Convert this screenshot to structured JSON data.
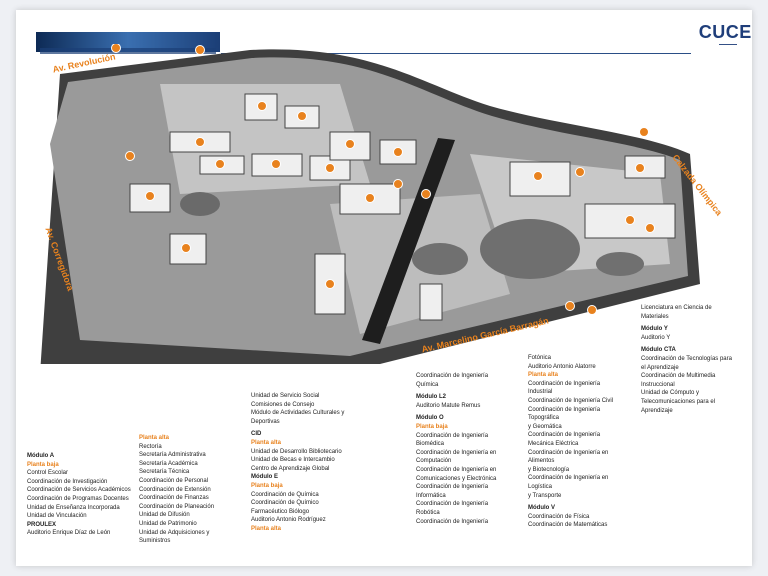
{
  "header": {
    "logo": "CUCEI"
  },
  "streets": {
    "revolucion": "Av. Revolución",
    "olimpica": "Calzada Olímpica",
    "corregidora": "Av. Corregidora",
    "barragan": "Av. Marcelino García Barragán"
  },
  "legend": {
    "col1": [
      {
        "t": "Módulo A",
        "k": "h"
      },
      {
        "t": "Planta baja",
        "k": "o"
      },
      {
        "t": "Control Escolar"
      },
      {
        "t": "Coordinación de Investigación"
      },
      {
        "t": "Coordinación de Servicios Académicos"
      },
      {
        "t": "Coordinación de Programas Docentes"
      },
      {
        "t": "Unidad de Enseñanza Incorporada"
      },
      {
        "t": "Unidad de Vinculación"
      },
      {
        "t": "PROULEX",
        "k": "h"
      },
      {
        "t": "Auditorio Enrique Díaz de León"
      }
    ],
    "col2": [
      {
        "t": "Planta alta",
        "k": "o"
      },
      {
        "t": "Rectoría"
      },
      {
        "t": "Secretaría Administrativa"
      },
      {
        "t": "Secretaría Académica"
      },
      {
        "t": "Secretaría Técnica"
      },
      {
        "t": "Coordinación de Personal"
      },
      {
        "t": "Coordinación de Extensión"
      },
      {
        "t": "Coordinación de Finanzas"
      },
      {
        "t": "Coordinación de Planeación"
      },
      {
        "t": "Unidad de Difusión"
      },
      {
        "t": "Unidad de Patrimonio"
      },
      {
        "t": "Unidad de Adquisiciones y"
      },
      {
        "t": "Suministros"
      }
    ],
    "col3": [
      {
        "t": "Unidad de Servicio Social"
      },
      {
        "t": "Comisiones de Consejo"
      },
      {
        "t": "Módulo de Actividades Culturales y"
      },
      {
        "t": "Deportivas"
      },
      {
        "t": "",
        "k": "gap"
      },
      {
        "t": "CID",
        "k": "h"
      },
      {
        "t": "Planta alta",
        "k": "o"
      },
      {
        "t": "Unidad de Desarrollo Bibliotecario"
      },
      {
        "t": "Unidad de Becas e Intercambio"
      },
      {
        "t": "Centro de Aprendizaje Global"
      },
      {
        "t": "Módulo E",
        "k": "h"
      },
      {
        "t": "Planta baja",
        "k": "o"
      },
      {
        "t": "Coordinación de Química"
      },
      {
        "t": "Coordinación de Químico"
      },
      {
        "t": "Farmacéutico Biólogo"
      },
      {
        "t": "Auditorio Antonio Rodríguez"
      },
      {
        "t": "Planta alta",
        "k": "o"
      }
    ],
    "col4": [
      {
        "t": "Coordinación de Ingeniería"
      },
      {
        "t": "Química"
      },
      {
        "t": "",
        "k": "gap"
      },
      {
        "t": "Módulo L2",
        "k": "h"
      },
      {
        "t": "Auditorio Matute Remus"
      },
      {
        "t": "",
        "k": "gap"
      },
      {
        "t": "Módulo O",
        "k": "h"
      },
      {
        "t": "Planta baja",
        "k": "o"
      },
      {
        "t": "Coordinación de Ingeniería"
      },
      {
        "t": "Biomédica"
      },
      {
        "t": "Coordinación de Ingeniería en"
      },
      {
        "t": "Computación"
      },
      {
        "t": "Coordinación de Ingeniería en"
      },
      {
        "t": "Comunicaciones y Electrónica"
      },
      {
        "t": "Coordinación de Ingeniería"
      },
      {
        "t": "Informática"
      },
      {
        "t": "Coordinación de Ingeniería"
      },
      {
        "t": "Robótica"
      },
      {
        "t": "Coordinación de Ingeniería"
      }
    ],
    "col5": [
      {
        "t": "Fotónica"
      },
      {
        "t": "Auditorio Antonio Alatorre"
      },
      {
        "t": "Planta alta",
        "k": "o"
      },
      {
        "t": "Coordinación de Ingeniería"
      },
      {
        "t": "Industrial"
      },
      {
        "t": "Coordinación de Ingeniería Civil"
      },
      {
        "t": "Coordinación de Ingeniería"
      },
      {
        "t": "Topográfica"
      },
      {
        "t": "y Geomática"
      },
      {
        "t": "Coordinación de Ingeniería"
      },
      {
        "t": "Mecánica Eléctrica"
      },
      {
        "t": "Coordinación de Ingeniería en"
      },
      {
        "t": "Alimentos"
      },
      {
        "t": "y Biotecnología"
      },
      {
        "t": "Coordinación de Ingeniería en"
      },
      {
        "t": "Logística"
      },
      {
        "t": "y Transporte"
      },
      {
        "t": "",
        "k": "gap"
      },
      {
        "t": "Módulo V",
        "k": "h"
      },
      {
        "t": "Coordinación de Física"
      },
      {
        "t": "Coordinación de Matemáticas"
      }
    ],
    "col6": [
      {
        "t": "Licenciatura en Ciencia de"
      },
      {
        "t": "Materiales"
      },
      {
        "t": "",
        "k": "gap"
      },
      {
        "t": "Módulo Y",
        "k": "h"
      },
      {
        "t": "Auditorio Y"
      },
      {
        "t": "",
        "k": "gap"
      },
      {
        "t": "Módulo CTA",
        "k": "h"
      },
      {
        "t": "Coordinación de Tecnologías para"
      },
      {
        "t": "el Aprendizaje"
      },
      {
        "t": "Coordinación de Multimedia"
      },
      {
        "t": "Instruccional"
      },
      {
        "t": "Unidad de Cómputo y"
      },
      {
        "t": "Telecomunicaciones para el"
      },
      {
        "t": "Aprendizaje"
      }
    ]
  }
}
